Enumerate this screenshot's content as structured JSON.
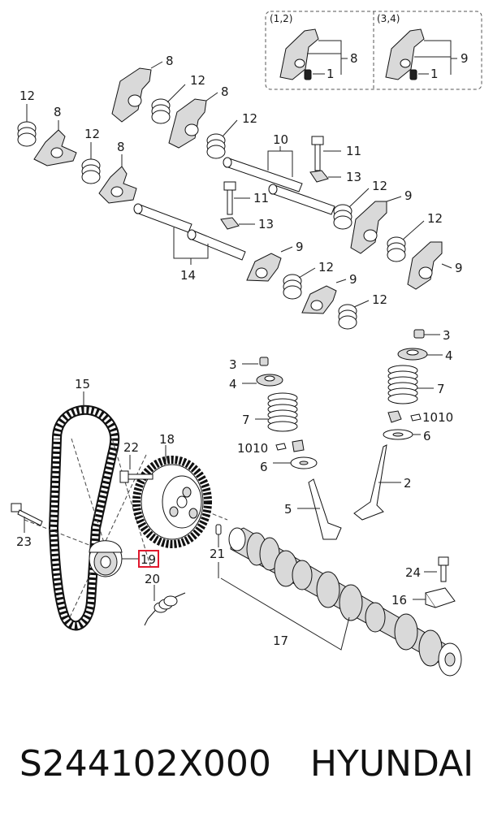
{
  "caption": {
    "part_number": "S244102X000",
    "brand": "HYUNDAI"
  },
  "inset": {
    "left_label": "(1,2)",
    "right_label": "(3,4)"
  },
  "callouts": {
    "c1a": "1",
    "c1b": "1",
    "c2": "2",
    "c3a": "3",
    "c3b": "3",
    "c4a": "4",
    "c4b": "4",
    "c5": "5",
    "c6a": "6",
    "c6b": "6",
    "c7a": "7",
    "c7b": "7",
    "c8a": "8",
    "c8b": "8",
    "c8c": "8",
    "c8d": "8",
    "c8e": "8",
    "c9a": "9",
    "c9b": "9",
    "c9c": "9",
    "c9d": "9",
    "c9e": "9",
    "c10": "10",
    "c11a": "11",
    "c11b": "11",
    "c12a": "12",
    "c12b": "12",
    "c12c": "12",
    "c12d": "12",
    "c12e": "12",
    "c12f": "12",
    "c12g": "12",
    "c12h": "12",
    "c13a": "13",
    "c13b": "13",
    "c14": "14",
    "c15": "15",
    "c16": "16",
    "c17": "17",
    "c18": "18",
    "c19": "19",
    "c20": "20",
    "c21": "21",
    "c22": "22",
    "c23": "23",
    "c24": "24",
    "c1010a": "1010",
    "c1010b": "1010"
  },
  "highlight_color": "#e0182d"
}
